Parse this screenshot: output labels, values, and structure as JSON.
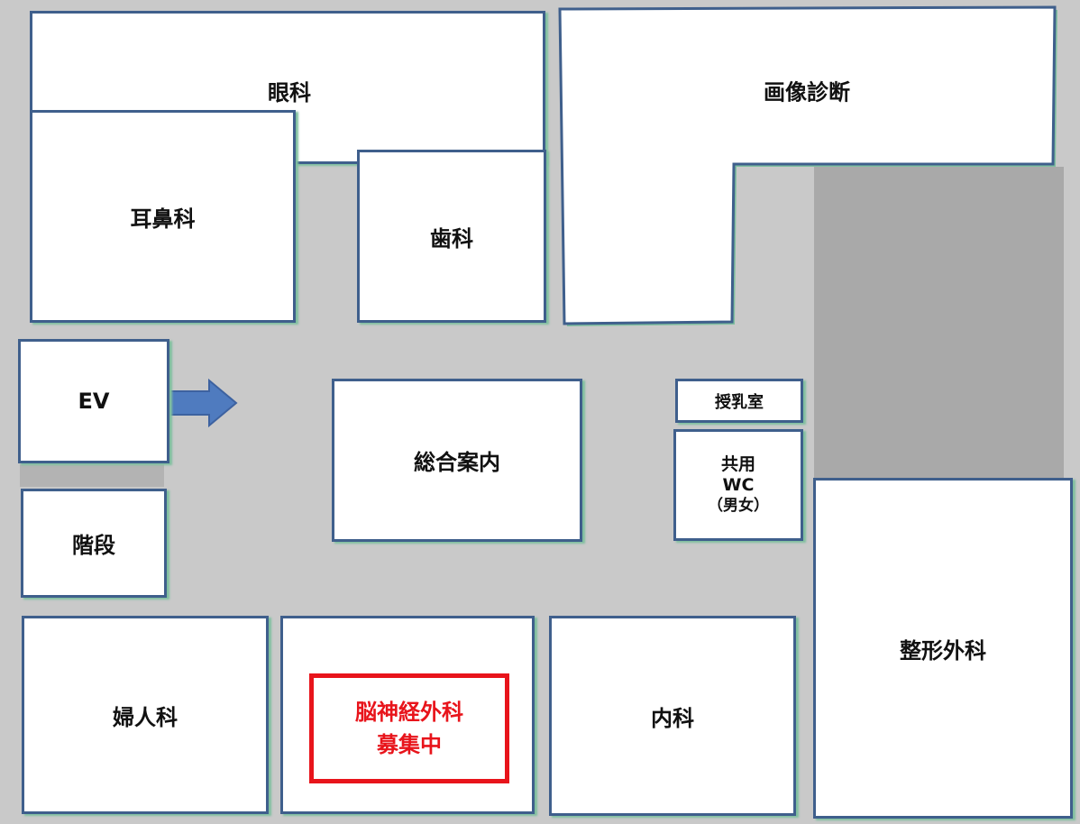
{
  "rooms": {
    "ophthalmology": "眼科",
    "ent": "耳鼻科",
    "dental": "歯科",
    "radiology": "画像診断",
    "elevator": "EV",
    "stairs": "階段",
    "information": "総合案内",
    "nursing_room": "授乳室",
    "wc_line1": "共用",
    "wc_line2": "WC",
    "wc_line3": "（男女）",
    "orthopedics": "整形外科",
    "gynecology": "婦人科",
    "neurosurgery_line1": "脳神経外科",
    "neurosurgery_line2": "募集中",
    "internal_medicine": "内科"
  },
  "colors": {
    "border": "#3f5f8c",
    "arrow": "#4f7bbf",
    "recruiting": "#e8141b"
  }
}
